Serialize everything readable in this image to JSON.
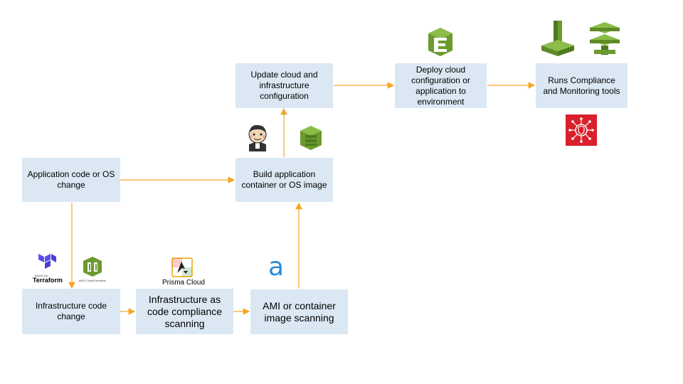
{
  "boxes": {
    "app_change": "Application code or OS change",
    "infra_change": "Infrastructure  code change",
    "iac_scan": "Infrastructure as code compliance scanning",
    "ami_scan": "AMI or container image scanning",
    "build": "Build application container or OS image",
    "update": "Update cloud and infrastructure configuration",
    "deploy": "Deploy cloud configuration  or application to environment",
    "compliance": "Runs Compliance and Monitoring tools"
  },
  "icons": {
    "terraform_label": "Terraform",
    "terraform_tiny": "HashiCorp",
    "cloudformation_label": "AWS CloudFormation",
    "prisma_label": "Prisma Cloud",
    "aqua_glyph": "a"
  },
  "colors": {
    "box_fill": "#dbe8f4",
    "arrow": "#f5a623",
    "aws_green": "#6b9a2e",
    "terraform_purple": "#5c4ee5",
    "security_red": "#d9202c"
  }
}
